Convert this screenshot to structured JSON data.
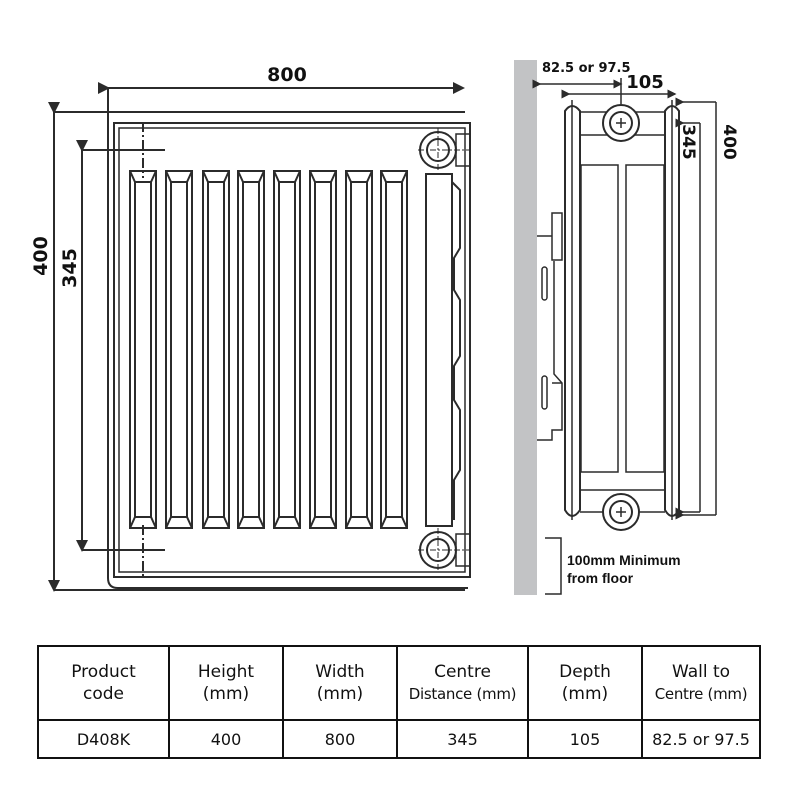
{
  "front_view": {
    "width_label": "800",
    "height_label": "400",
    "centre_label": "345",
    "fin_count": 8
  },
  "side_view": {
    "wall_to_centre_label": "82.5 or 97.5",
    "depth_label": "105",
    "centre_label": "345",
    "height_label": "400",
    "floor_note_line1": "100mm Minimum",
    "floor_note_line2": "from floor"
  },
  "colors": {
    "line": "#2b2b2b",
    "wall": "#c2c3c5",
    "text": "#111111"
  },
  "table": {
    "headers": [
      {
        "line1": "Product",
        "line2": "code"
      },
      {
        "line1": "Height",
        "line2": "(mm)"
      },
      {
        "line1": "Width",
        "line2": "(mm)"
      },
      {
        "line1": "Centre",
        "line2": "Distance (mm)"
      },
      {
        "line1": "Depth",
        "line2": "(mm)"
      },
      {
        "line1": "Wall to",
        "line2": "Centre (mm)"
      }
    ],
    "rows": [
      [
        "D408K",
        "400",
        "800",
        "345",
        "105",
        "82.5 or 97.5"
      ]
    ]
  }
}
